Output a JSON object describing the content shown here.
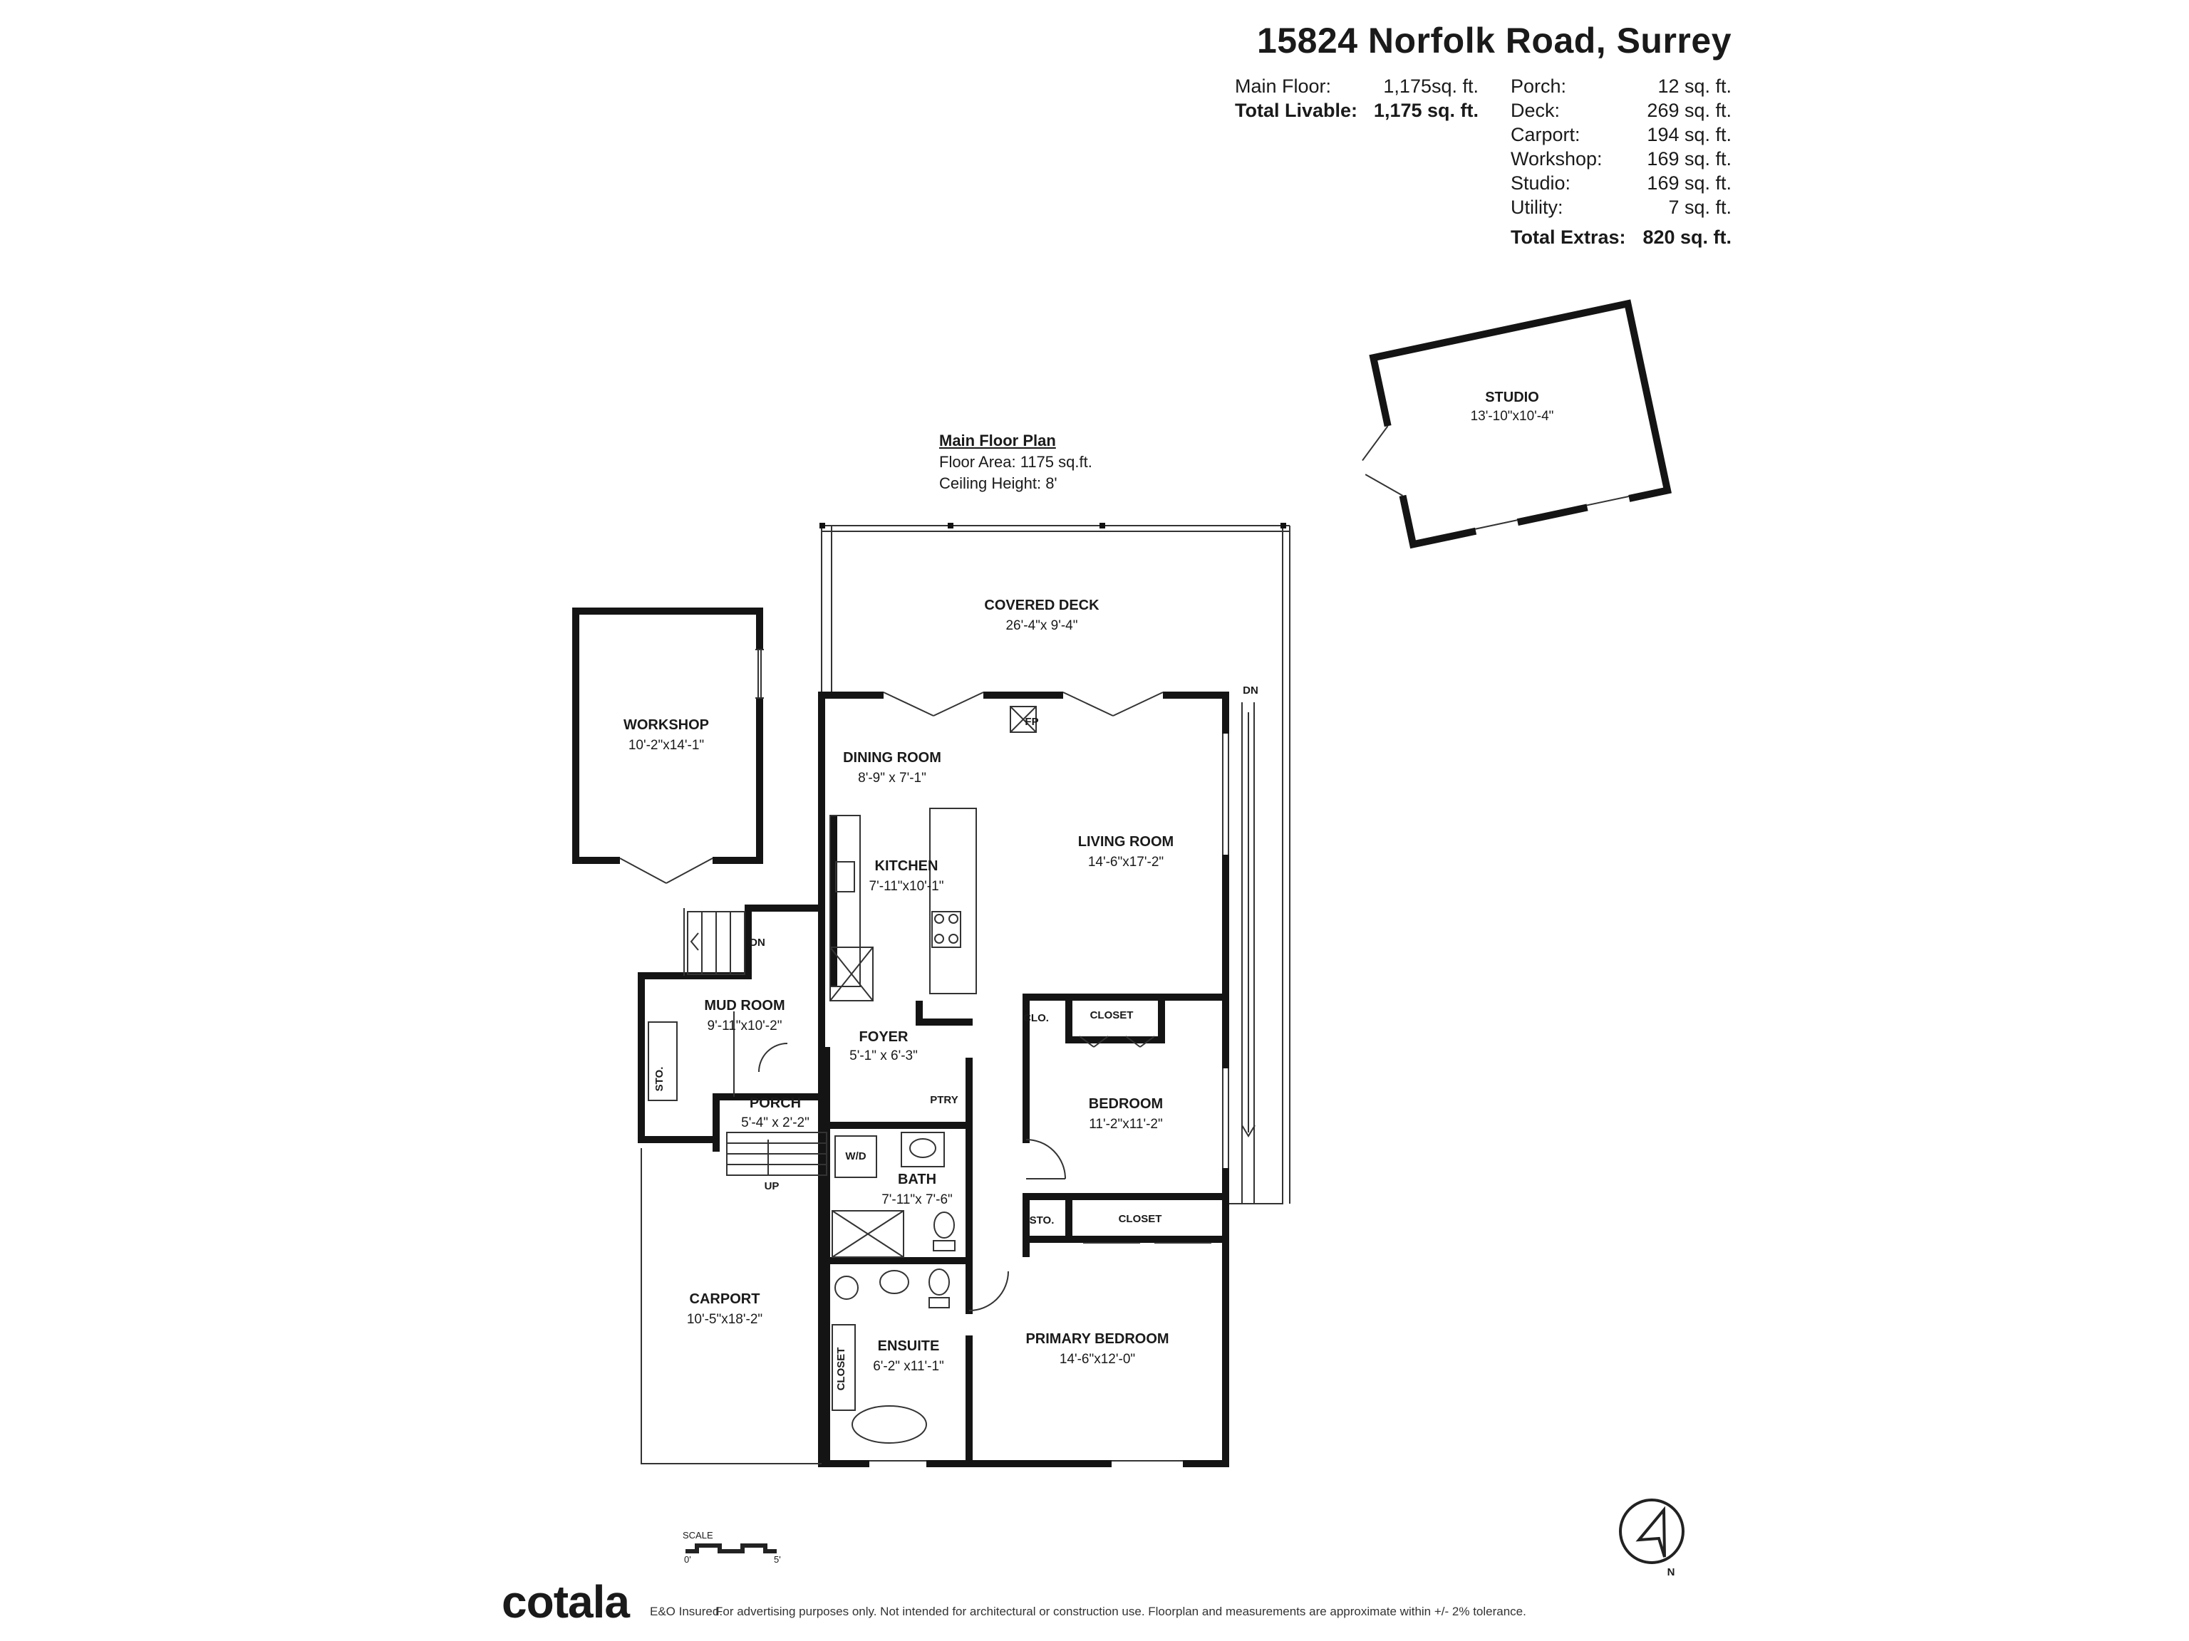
{
  "address": "15824 Norfolk Road, Surrey",
  "summary": {
    "main_floor_label": "Main Floor:",
    "main_floor_value": "1,175sq. ft.",
    "total_livable_label": "Total Livable:",
    "total_livable_value": "1,175 sq. ft.",
    "extras": [
      {
        "label": "Porch:",
        "value": "12 sq. ft."
      },
      {
        "label": "Deck:",
        "value": "269 sq. ft."
      },
      {
        "label": "Carport:",
        "value": "194 sq. ft."
      },
      {
        "label": "Workshop:",
        "value": "169 sq. ft."
      },
      {
        "label": "Studio:",
        "value": "169 sq. ft."
      },
      {
        "label": "Utility:",
        "value": "7 sq. ft."
      }
    ],
    "total_extras_label": "Total Extras:",
    "total_extras_value": "820 sq. ft."
  },
  "plan_heading": {
    "title": "Main Floor Plan",
    "floor_area": "Floor Area: 1175 sq.ft.",
    "ceiling_height": "Ceiling Height: 8'"
  },
  "rooms": {
    "covered_deck": {
      "name": "COVERED DECK",
      "dim": "26'-4\"x 9'-4\""
    },
    "workshop": {
      "name": "WORKSHOP",
      "dim": "10'-2\"x14'-1\""
    },
    "studio": {
      "name": "STUDIO",
      "dim": "13'-10\"x10'-4\""
    },
    "dining_room": {
      "name": "DINING ROOM",
      "dim": "8'-9\" x 7'-1\""
    },
    "kitchen": {
      "name": "KITCHEN",
      "dim": "7'-11\"x10'-1\""
    },
    "living_room": {
      "name": "LIVING ROOM",
      "dim": "14'-6\"x17'-2\""
    },
    "mud_room": {
      "name": "MUD ROOM",
      "dim": "9'-11\"x10'-2\""
    },
    "foyer": {
      "name": "FOYER",
      "dim": "5'-1\" x 6'-3\""
    },
    "porch": {
      "name": "PORCH",
      "dim": "5'-4\" x 2'-2\""
    },
    "bedroom": {
      "name": "BEDROOM",
      "dim": "11'-2\"x11'-2\""
    },
    "bath": {
      "name": "BATH",
      "dim": "7'-11\"x 7'-6\""
    },
    "carport": {
      "name": "CARPORT",
      "dim": "10'-5\"x18'-2\""
    },
    "ensuite": {
      "name": "ENSUITE",
      "dim": "6'-2\" x11'-1\""
    },
    "primary_bedroom": {
      "name": "PRIMARY BEDROOM",
      "dim": "14'-6\"x12'-0\""
    }
  },
  "labels": {
    "dn_deck": "DN",
    "dn_stairs": "DN",
    "up": "UP",
    "fp": "FP",
    "clo": "CLO.",
    "closet_bedroom": "CLOSET",
    "closet_primary": "CLOSET",
    "closet_ensuite": "CLOSET",
    "sto_mud": "STO.",
    "sto_hall": "STO.",
    "ptry": "PTRY",
    "wd": "W/D",
    "compass_n": "N"
  },
  "scale": {
    "label": "SCALE",
    "start": "0'",
    "end": "5'"
  },
  "footer": {
    "brand": "cotala",
    "brand_sub": "E&O Insured.",
    "disclaimer": "For advertising purposes only. Not intended for architectural or construction use. Floorplan and measurements are approximate within +/- 2% tolerance."
  }
}
